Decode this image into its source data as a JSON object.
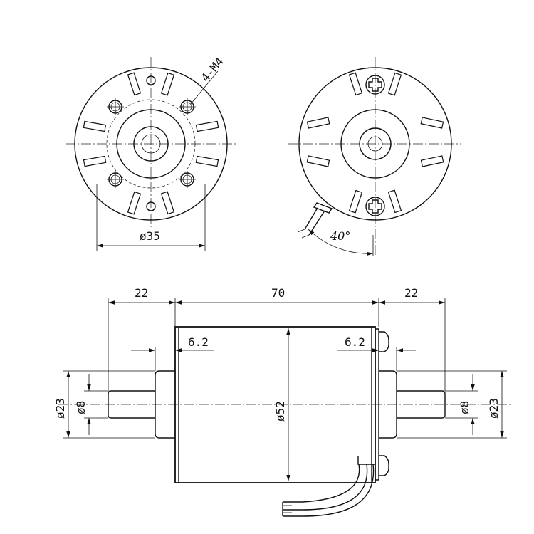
{
  "labels": {
    "thread_callout": "4-M4",
    "diameter_35": "ø35",
    "angle_40": "40°",
    "length_left_shaft": "22",
    "length_body": "70",
    "length_right_shaft": "22",
    "offset_left": "6.2",
    "offset_right": "6.2",
    "body_diameter": "ø52",
    "boss_diameter_left": "ø23",
    "shaft_diameter_left": "ø8",
    "shaft_diameter_right": "ø8",
    "boss_diameter_right": "ø23"
  },
  "colors": {
    "line": "#111111",
    "background": "#ffffff"
  }
}
